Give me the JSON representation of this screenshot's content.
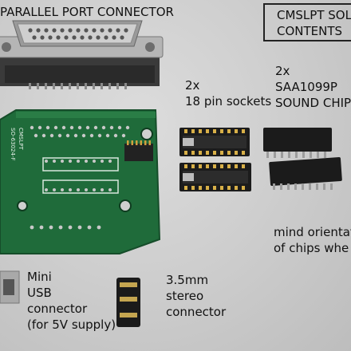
{
  "labels": {
    "parallel_port": "PARALLEL PORT CONNECTOR",
    "box_line1": "CMSLPT SOLU",
    "box_line2": "CONTENTS",
    "sockets_qty": "2x",
    "sockets_desc": "18 pin sockets",
    "chips_qty": "2x",
    "chips_part": "SAA1099P",
    "chips_desc": "SOUND CHIPS",
    "mind_line1": "mind orientat",
    "mind_line2": "of chips whe",
    "usb_line1": "Mini",
    "usb_line2": "USB",
    "usb_line3": "connector",
    "usb_line4": "(for 5V supply)",
    "stereo_line1": "3.5mm",
    "stereo_line2": "stereo",
    "stereo_line3": "connector"
  },
  "pcb_silkscreen": {
    "line1": "CMSLPT",
    "line2": "SO-63024-F"
  },
  "colors": {
    "pcb_green": "#1f6b3a",
    "pcb_dark": "#17522c",
    "connector_metal": "#a8a8a8",
    "chip_black": "#1b1b1b",
    "background": "#cfcfcf"
  }
}
